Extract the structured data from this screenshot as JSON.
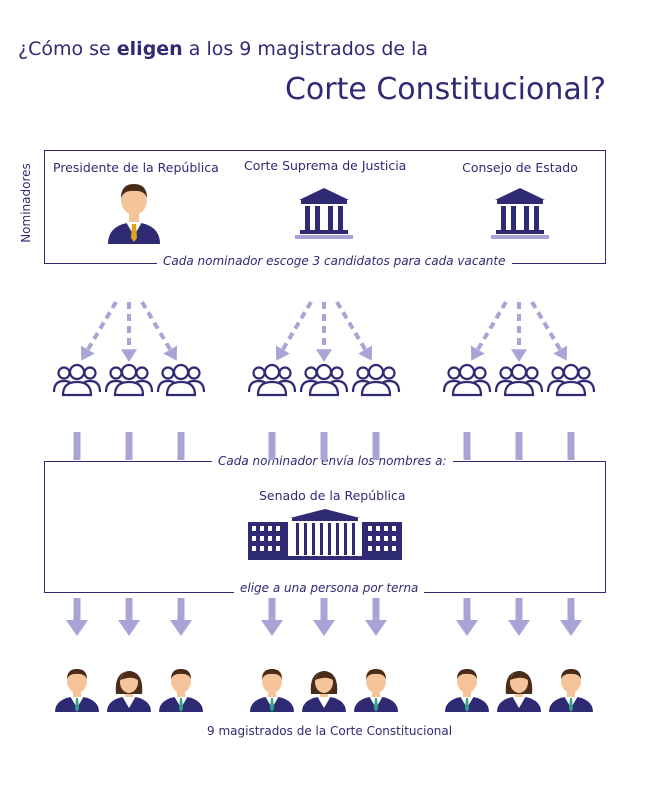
{
  "title": {
    "prefix": "¿Cómo se ",
    "bold": "eligen",
    "suffix": " a los 9 magistrados de la",
    "line2": "Corte Constitucional?"
  },
  "side_label": "Nominadores",
  "nominators": [
    {
      "label": "Presidente de la República",
      "icon": "president-icon"
    },
    {
      "label": "Corte Suprema de Justicia",
      "icon": "courthouse-icon"
    },
    {
      "label": "Consejo de Estado",
      "icon": "courthouse-icon"
    }
  ],
  "caption_select": "Cada nominador escoge 3 candidatos para cada vacante",
  "caption_send": "Cada nominador envía los nombres a:",
  "senate_label": "Senado de la República",
  "caption_elect": "elige a una persona por terna",
  "footer": "9 magistrados de la Corte Constitucional",
  "colors": {
    "dark": "#2e2b74",
    "light": "#a7a4d6",
    "tie": "#2fa38a",
    "skin": "#f6c49a",
    "hair": "#4a2c1a"
  }
}
